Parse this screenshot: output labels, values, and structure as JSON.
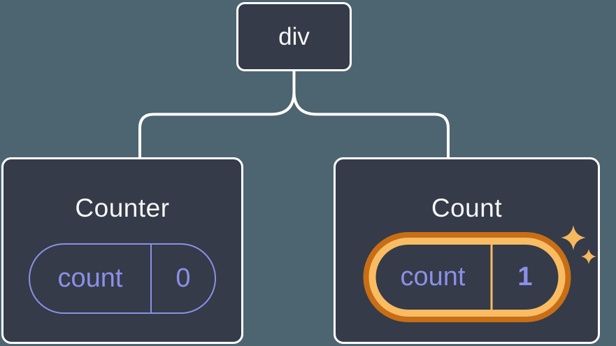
{
  "colors": {
    "background": "#4D6570",
    "card_bg": "#353B48",
    "card_border": "#FFFFFF",
    "connector": "#FFFFFF",
    "title_text": "#F6F7F9",
    "state_purple": "#8A90E8",
    "highlight_orange_dark": "#C76E17",
    "highlight_orange_light": "#FABC62",
    "sparkle": "#F5B85F"
  },
  "tree": {
    "root": {
      "label": "div"
    },
    "children": [
      {
        "title": "Counter",
        "highlighted": false,
        "state": {
          "key": "count",
          "value": "0"
        }
      },
      {
        "title": "Count",
        "highlighted": true,
        "state": {
          "key": "count",
          "value": "1"
        }
      }
    ]
  }
}
